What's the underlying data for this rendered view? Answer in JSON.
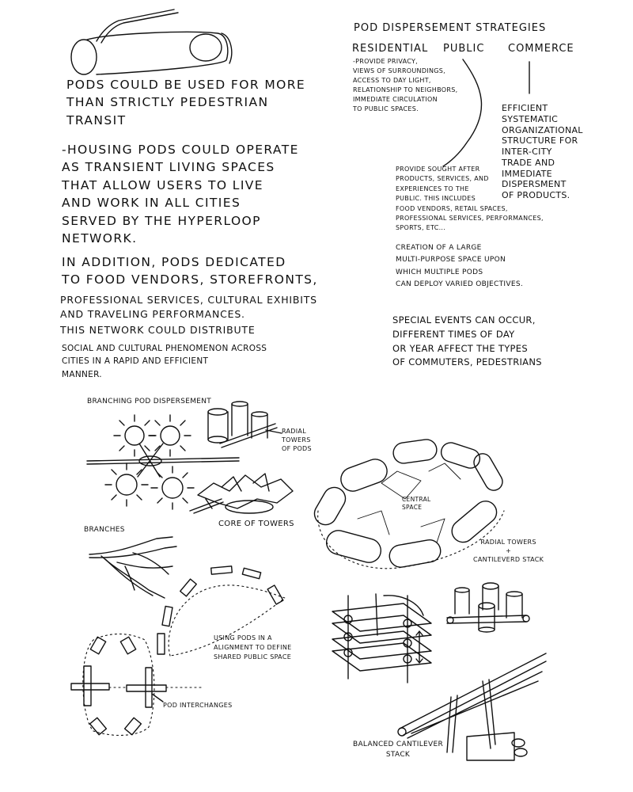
{
  "left_column": {
    "intro": "PODS COULD BE USED FOR MORE\nTHAN STRICTLY PEDESTRIAN\nTRANSIT",
    "housing": "-HOUSING PODS COULD OPERATE\nAS TRANSIENT LIVING SPACES\nTHAT ALLOW USERS TO LIVE\nAND WORK IN ALL CITIES\nSERVED BY THE HYPERLOOP\nNETWORK.",
    "addition_1": "IN ADDITION, PODS DEDICATED\nTO FOOD VENDORS, STOREFRONTS,",
    "addition_2": "PROFESSIONAL SERVICES, CULTURAL EXHIBITS\nAND TRAVELING PERFORMANCES.",
    "addition_3": "THIS NETWORK COULD DISTRIBUTE",
    "addition_4": "SOCIAL AND CULTURAL PHENOMENON ACROSS\nCITIES IN A RAPID AND EFFICIENT\n MANNER."
  },
  "right_column": {
    "title": "POD DISPERSEMENT STRATEGIES",
    "categories": [
      "RESIDENTIAL",
      "PUBLIC",
      "COMMERCE"
    ],
    "residential_text": "-PROVIDE PRIVACY,\n VIEWS OF SURROUNDINGS,\n ACCESS TO DAY LIGHT,\n RELATIONSHIP TO NEIGHBORS,\n IMMEDIATE CIRCULATION\n TO PUBLIC SPACES.",
    "commerce_text": "EFFICIENT\nSYSTEMATIC\nORGANIZATIONAL\nSTRUCTURE FOR\nINTER-CITY\nTRADE AND\nIMMEDIATE\nDISPERSMENT\nOF PRODUCTS.",
    "public_text": "PROVIDE SOUGHT AFTER\nPRODUCTS, SERVICES, AND\nEXPERIENCES TO THE\nPUBLIC. THIS INCLUDES\nFOOD VENDORS, RETAIL SPACES,\nPROFESSIONAL SERVICES, PERFORMANCES,\nSPORTS, ETC...",
    "creation_text": "CREATION OF A LARGE\nMULTI-PURPOSE SPACE UPON\nWHICH MULTIPLE PODS\nCAN DEPLOY VARIED OBJECTIVES.",
    "special_text": "SPECIAL EVENTS CAN OCCUR,\nDIFFERENT TIMES OF DAY\nOR YEAR AFFECT THE TYPES\nOF COMMUTERS, PEDESTRIANS"
  },
  "sketch_labels": {
    "branching": "BRANCHING POD DISPERSEMENT",
    "radial_towers": "RADIAL\nTOWERS\nOF PODS",
    "core_of_towers": "CORE OF TOWERS",
    "branches": "BRANCHES",
    "central_space": "CENTRAL\nSPACE",
    "radial_cantilever": "RADIAL TOWERS\n+\nCANTILEVERD STACK",
    "alignment": "USING PODS IN A\nALIGNMENT TO DEFINE\nSHARED PUBLIC SPACE",
    "interchanges": "POD INTERCHANGES",
    "balanced": "BALANCED CANTILEVER\nSTACK"
  }
}
